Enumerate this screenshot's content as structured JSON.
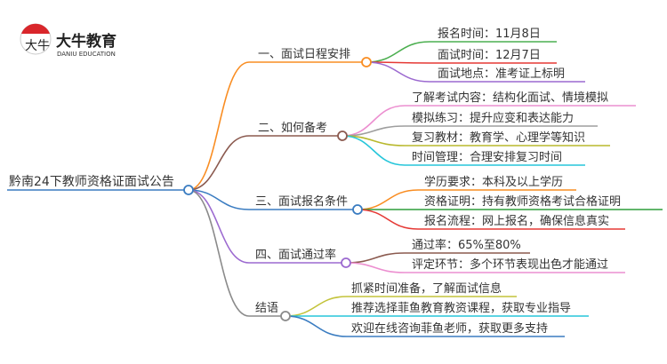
{
  "logo": {
    "brand_cn": "大牛教育",
    "brand_en": "DANIU EDUCATION",
    "mark_text": "大牛"
  },
  "root": {
    "label": "黔南24下教师资格证面试公告",
    "color": "#3a7cc1"
  },
  "branches": [
    {
      "label": "一、面试日程安排",
      "color": "#f98d22",
      "children": [
        {
          "label": "报名时间：11月8日",
          "color": "#4caf50"
        },
        {
          "label": "面试时间：12月7日",
          "color": "#e53935"
        },
        {
          "label": "面试地点：准考证上标明",
          "color": "#9c6ad0"
        }
      ]
    },
    {
      "label": "二、如何备考",
      "color": "#8b5a4f",
      "children": [
        {
          "label": "了解考试内容：结构化面试、情境模拟",
          "color": "#ec8fd0"
        },
        {
          "label": "模拟练习：提升应变和表达能力",
          "color": "#9e9e9e"
        },
        {
          "label": "复习教材：教育学、心理学等知识",
          "color": "#b8b82c"
        },
        {
          "label": "时间管理：合理安排复习时间",
          "color": "#26c6da"
        }
      ]
    },
    {
      "label": "三、面试报名条件",
      "color": "#3a7cc1",
      "children": [
        {
          "label": "学历要求：本科及以上学历",
          "color": "#f98d22"
        },
        {
          "label": "资格证明：持有教师资格考试合格证明",
          "color": "#2e9e3a"
        },
        {
          "label": "报名流程：网上报名，确保信息真实",
          "color": "#e53935"
        }
      ]
    },
    {
      "label": "四、面试通过率",
      "color": "#9c6ad0",
      "children": [
        {
          "label": "通过率：65%至80%",
          "color": "#8b5a4f"
        },
        {
          "label": "评定环节：多个环节表现出色才能通过",
          "color": "#ec8fd0"
        }
      ]
    },
    {
      "label": "结语",
      "color": "#8a8a8a",
      "children": [
        {
          "label": "抓紧时间准备，了解面试信息",
          "color": "#c3c33a"
        },
        {
          "label": "推荐选择菲鱼教育教资课程，获取专业指导",
          "color": "#26c6da"
        },
        {
          "label": "欢迎在线咨询菲鱼老师，获取更多支持",
          "color": "#3a7cc1"
        }
      ]
    }
  ]
}
